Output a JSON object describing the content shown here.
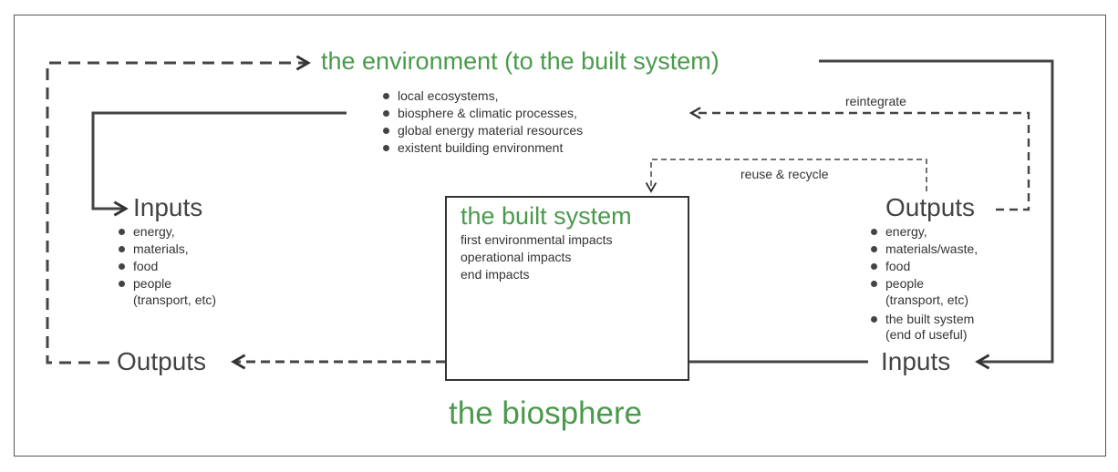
{
  "environment_title": "the environment (to the built system)",
  "environment_items": [
    "local ecosystems,",
    "biosphere & climatic processes,",
    "global energy material resources",
    "existent building environment"
  ],
  "reintegrate_label": "reintegrate",
  "reuse_label": "reuse & recycle",
  "inputs_left": {
    "title": "Inputs",
    "items": [
      "energy,",
      "materials,",
      "food",
      "people",
      "(transport, etc)"
    ]
  },
  "built_system": {
    "title": "the built system",
    "items": [
      "first environmental impacts",
      "operational impacts",
      "end impacts"
    ]
  },
  "outputs_right": {
    "title": "Outputs",
    "items": [
      "energy,",
      "materials/waste,",
      "food",
      "people",
      "(transport, etc)",
      "the built system",
      "(end of useful)"
    ]
  },
  "outputs_left_title": "Outputs",
  "inputs_right_title": "Inputs",
  "biosphere_title": "the biosphere",
  "colors": {
    "accent": "#4a9a4c",
    "ink": "#333333"
  }
}
